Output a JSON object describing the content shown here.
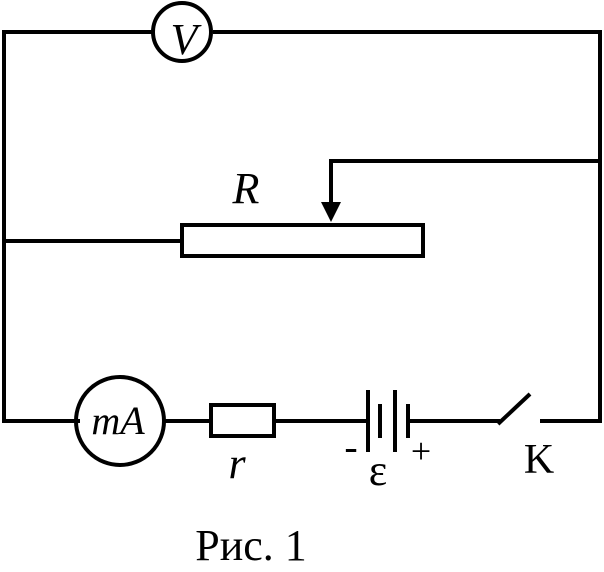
{
  "labels": {
    "voltmeter": "V",
    "rheostat": "R",
    "milliammeter": "mA",
    "resistor": "r",
    "battery_minus": "-",
    "battery_emf": "ε",
    "battery_plus": "+",
    "switch": "K"
  },
  "caption": "Рис. 1",
  "colors": {
    "stroke": "#000000",
    "background": "#ffffff"
  }
}
